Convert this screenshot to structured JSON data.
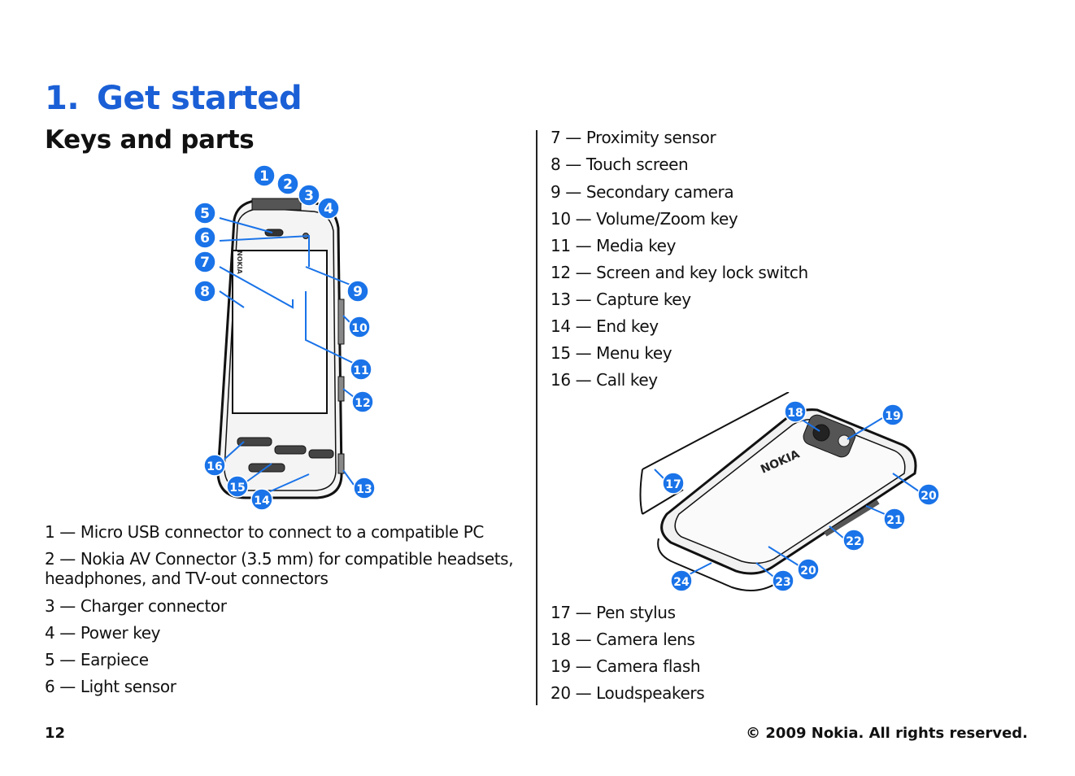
{
  "chapter": {
    "number": "1.",
    "title": "Get started"
  },
  "section": {
    "title": "Keys and parts"
  },
  "left_items": [
    "1 — Micro USB connector to connect to a compatible PC",
    "2 — Nokia AV Connector (3.5 mm) for compatible headsets,",
    "headphones, and TV-out connectors",
    "3 — Charger connector",
    "4 — Power key",
    "5 — Earpiece",
    "6 — Light sensor"
  ],
  "right_items": [
    "7 — Proximity sensor",
    "8 — Touch screen",
    "9 — Secondary camera",
    "10 — Volume/Zoom key",
    "11 — Media key",
    "12 — Screen and key lock switch",
    "13 — Capture key",
    "14 — End key",
    "15 — Menu key",
    "16 — Call key"
  ],
  "right_items_lower": [
    "17 — Pen stylus",
    "18 — Camera lens",
    "19 — Camera flash",
    "20 — Loudspeakers"
  ],
  "front_callouts": [
    "1",
    "2",
    "3",
    "4",
    "5",
    "6",
    "7",
    "8",
    "9",
    "10",
    "11",
    "12",
    "13",
    "14",
    "15",
    "16"
  ],
  "back_callouts": [
    "17",
    "18",
    "19",
    "20",
    "21",
    "22",
    "20",
    "23",
    "24"
  ],
  "brand_mark": "NOKIA",
  "footer": {
    "page_number": "12",
    "copyright": "© 2009 Nokia. All rights reserved."
  },
  "colors": {
    "accent": "#1a5fd6",
    "callout": "#1a73e8",
    "text": "#111111"
  }
}
